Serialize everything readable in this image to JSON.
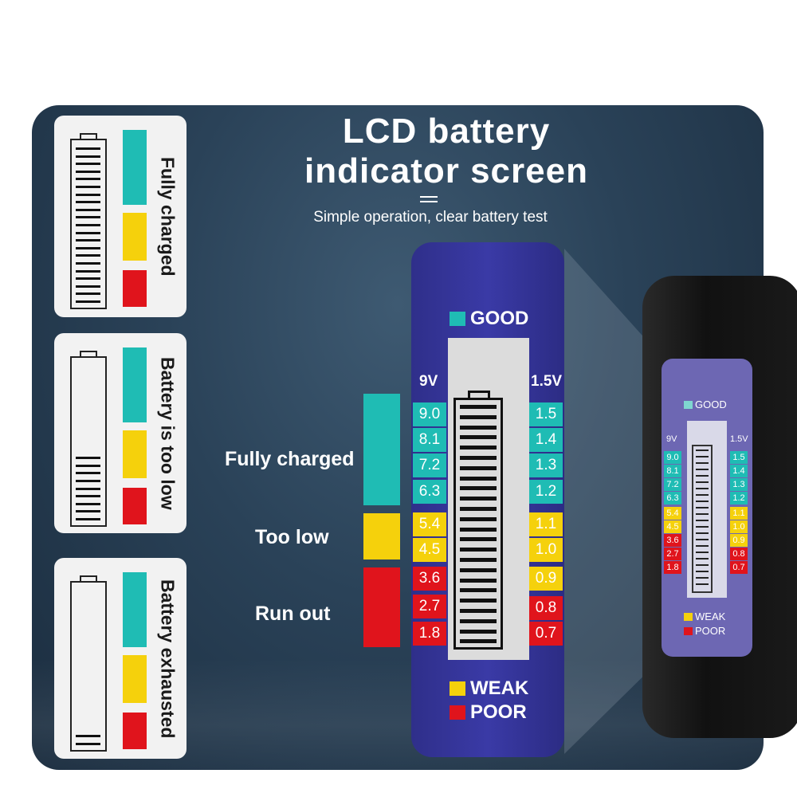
{
  "header": {
    "title_line1": "LCD battery",
    "title_line2": "indicator screen",
    "subtitle": "Simple operation, clear battery test"
  },
  "cards": [
    {
      "label": "Fully charged",
      "bars": 21
    },
    {
      "label": "Battery is too low",
      "bars": 9
    },
    {
      "label": "Battery exhausted",
      "bars": 2
    }
  ],
  "legend": {
    "fully_charged": "Fully charged",
    "too_low": "Too low",
    "run_out": "Run out"
  },
  "device": {
    "good": "GOOD",
    "weak": "WEAK",
    "poor": "POOR",
    "head_9v": "9V",
    "head_15v": "1.5V",
    "col_9v": [
      "9.0",
      "8.1",
      "7.2",
      "6.3",
      "5.4",
      "4.5",
      "3.6",
      "2.7",
      "1.8"
    ],
    "col_15v": [
      "1.5",
      "1.4",
      "1.3",
      "1.2",
      "1.1",
      "1.0",
      "0.9",
      "0.8",
      "0.7"
    ]
  },
  "colors": {
    "good": "#1fbcb4",
    "weak": "#f5d10c",
    "poor": "#e0141c",
    "device": "#33339a"
  }
}
